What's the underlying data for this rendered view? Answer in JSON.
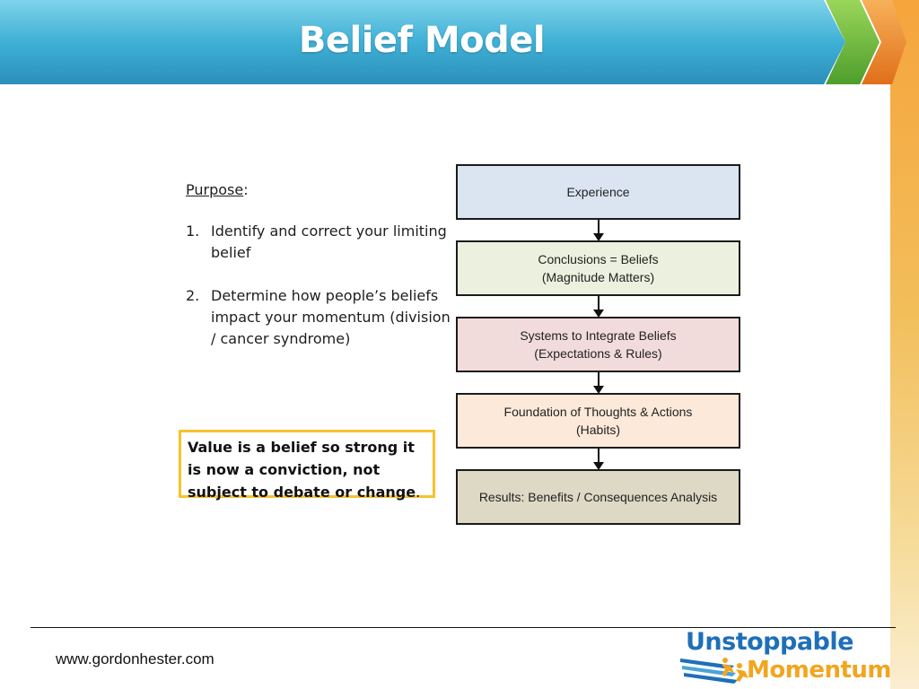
{
  "header": {
    "title": "Belief Model"
  },
  "purpose": {
    "heading": "Purpose",
    "colon": ":",
    "items": [
      {
        "num": "1.",
        "text": "Identify and correct your limiting belief"
      },
      {
        "num": "2.",
        "text": "Determine how people’s beliefs impact your momentum (division / cancer syndrome)"
      }
    ]
  },
  "value_note": {
    "bold": "Value is a belief so strong it is now a conviction, not subject to debate or change",
    "tail": "."
  },
  "flow": [
    {
      "line1": "Experience",
      "line2": "",
      "fill": "#dbe5f1"
    },
    {
      "line1": "Conclusions = Beliefs",
      "line2": "(Magnitude Matters)",
      "fill": "#ebf1de"
    },
    {
      "line1": "Systems to Integrate Beliefs",
      "line2": "(Expectations & Rules)",
      "fill": "#f2dcdb"
    },
    {
      "line1": "Foundation of Thoughts & Actions",
      "line2": "(Habits)",
      "fill": "#fde9d9"
    },
    {
      "line1": "Results: Benefits / Consequences Analysis",
      "line2": "",
      "fill": "#ddd9c4"
    }
  ],
  "footer": {
    "url": "www.gordonhester.com"
  },
  "logo": {
    "line1": "Unstoppable",
    "line2": "Momentum"
  },
  "colors": {
    "banner": "#3ba9cf",
    "green_chevron": "#6cbf3c",
    "orange_chevron": "#f08b2e",
    "highlight_border": "#f7c22c"
  }
}
